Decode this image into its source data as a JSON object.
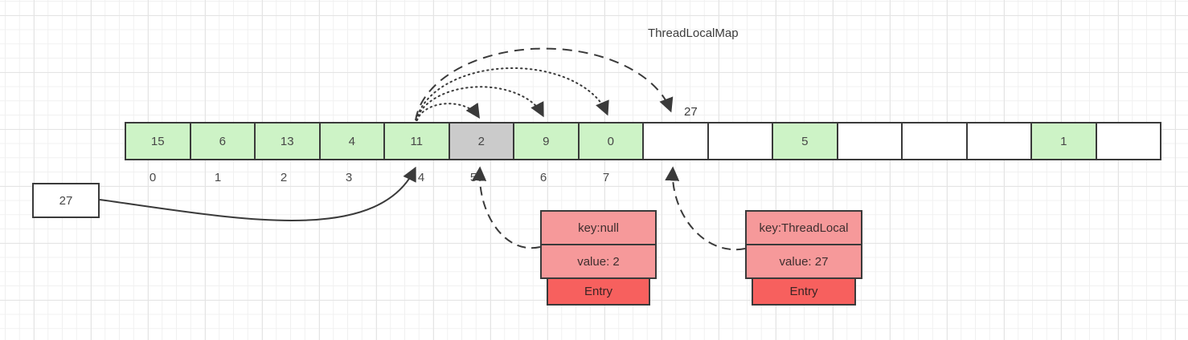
{
  "title": "ThreadLocalMap",
  "array": {
    "cells": [
      {
        "value": "15",
        "state": "filled"
      },
      {
        "value": "6",
        "state": "filled"
      },
      {
        "value": "13",
        "state": "filled"
      },
      {
        "value": "4",
        "state": "filled"
      },
      {
        "value": "11",
        "state": "filled"
      },
      {
        "value": "2",
        "state": "stale"
      },
      {
        "value": "9",
        "state": "filled"
      },
      {
        "value": "0",
        "state": "filled"
      },
      {
        "value": "",
        "state": "empty"
      },
      {
        "value": "",
        "state": "empty"
      },
      {
        "value": "5",
        "state": "filled"
      },
      {
        "value": "",
        "state": "empty"
      },
      {
        "value": "",
        "state": "empty"
      },
      {
        "value": "",
        "state": "empty"
      },
      {
        "value": "1",
        "state": "filled"
      },
      {
        "value": "",
        "state": "empty"
      }
    ],
    "index_labels": [
      "0",
      "1",
      "2",
      "3",
      "4",
      "5",
      "6",
      "7"
    ]
  },
  "incoming_value_box": {
    "label": "27"
  },
  "insert_label": "27",
  "entries": [
    {
      "key": "key:null",
      "value": "value: 2",
      "footer": "Entry"
    },
    {
      "key": "key:ThreadLocal",
      "value": "value: 27",
      "footer": "Entry"
    }
  ],
  "colors": {
    "cell_filled": "#cdf3c6",
    "cell_stale": "#cbcbcb",
    "cell_empty": "#ffffff",
    "entry_light": "#f6999a",
    "entry_dark": "#f7605e",
    "stroke": "#3a3a3a"
  }
}
